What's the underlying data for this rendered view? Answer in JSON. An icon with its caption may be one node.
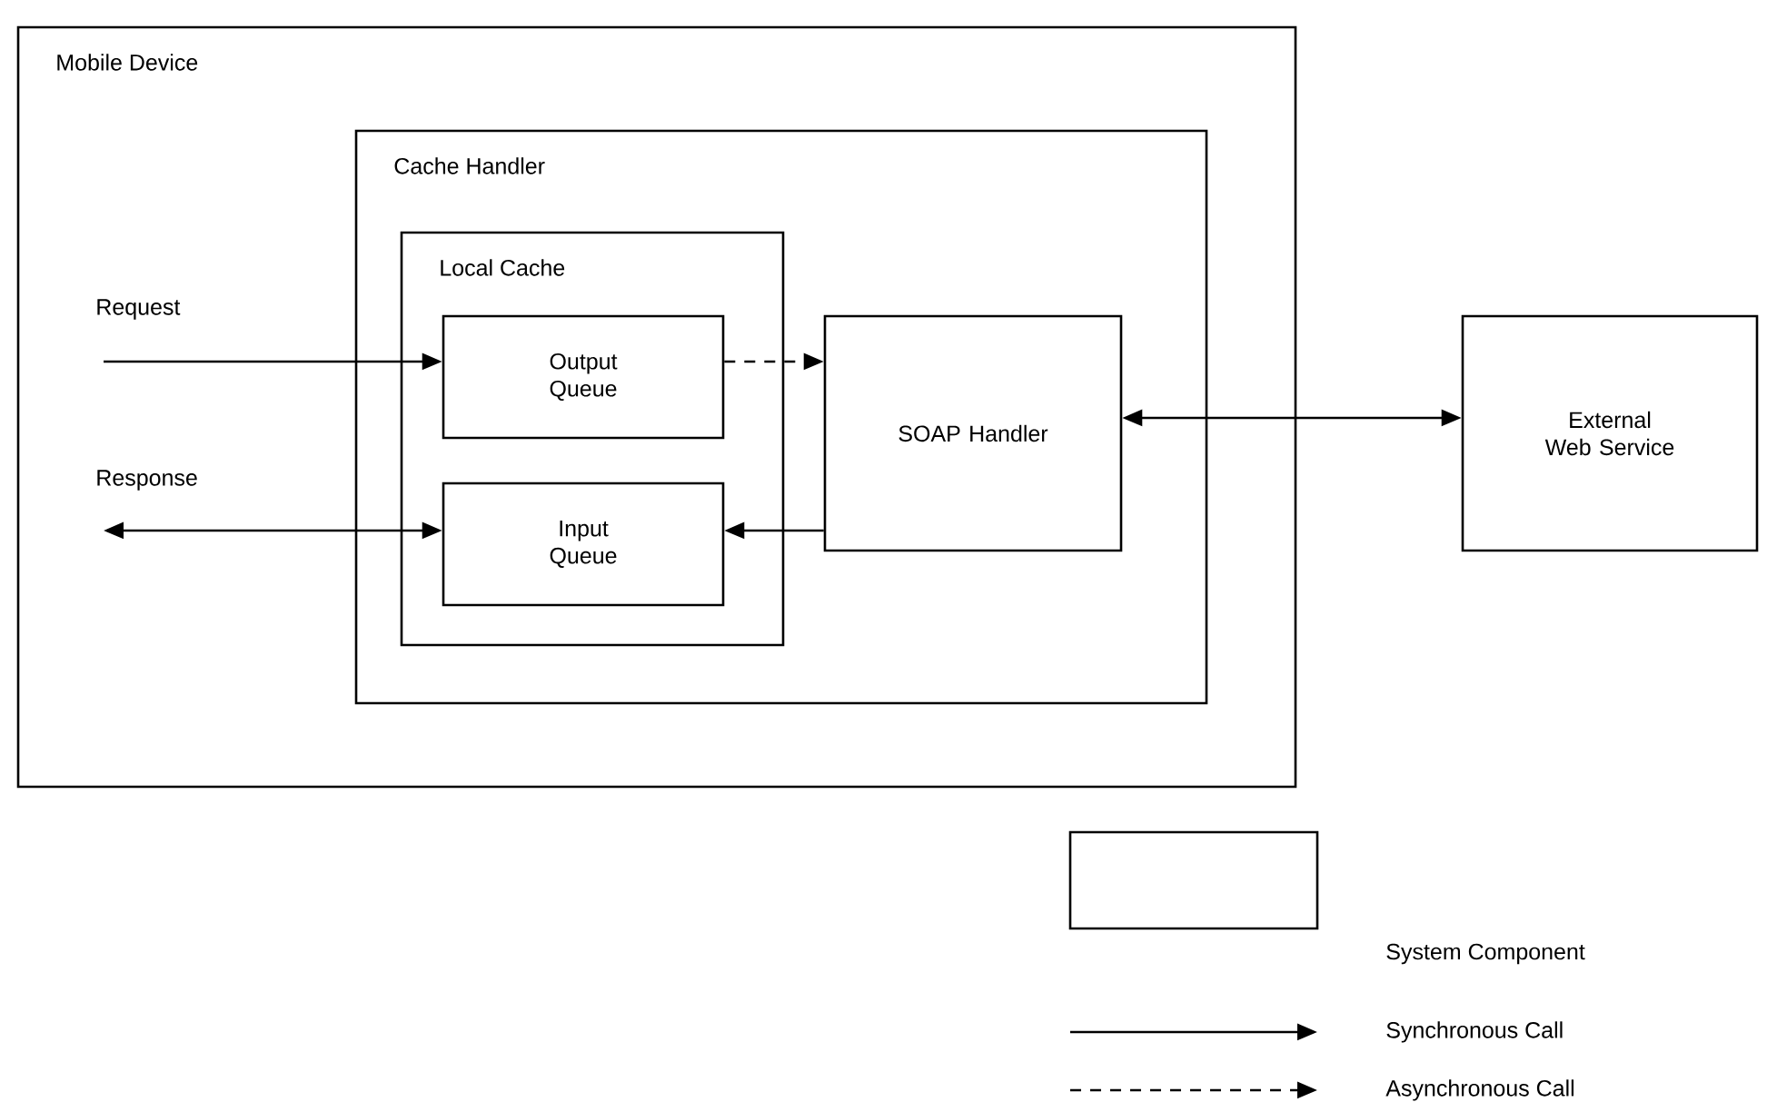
{
  "diagram": {
    "nodes": [
      {
        "text": [
          "Mobile Device"
        ]
      },
      {
        "text": [
          "Cache Handler"
        ],
        "in": 0
      },
      {
        "text": [
          "Local Cache"
        ],
        "in": 1
      },
      {
        "text": [
          "Output Queue"
        ],
        "in": 2
      },
      {
        "text": [
          "Input Queue"
        ],
        "in": 2
      },
      {
        "text": [
          "SOAP Handler"
        ],
        "in": 1
      },
      {
        "text": [
          "External Web Service"
        ]
      },
      {
        "text": [
          "Request"
        ],
        "in": 0
      },
      {
        "text": [
          "Response"
        ],
        "in": 0
      }
    ],
    "edges": [
      {
        "from": 7,
        "to": 3,
        "arrow": "to"
      },
      {
        "from": 3,
        "to": 5,
        "arrow": "to",
        "style": "dashed"
      },
      {
        "from": 5,
        "to": 4,
        "arrow": "to"
      },
      {
        "from": 4,
        "to": 8,
        "arrow": "both"
      },
      {
        "from": 5,
        "to": 6,
        "arrow": "both"
      }
    ],
    "legend": [
      {
        "text": "System Component"
      },
      {
        "text": "Synchronous Call"
      },
      {
        "text": "Asynchronous Call"
      }
    ]
  }
}
